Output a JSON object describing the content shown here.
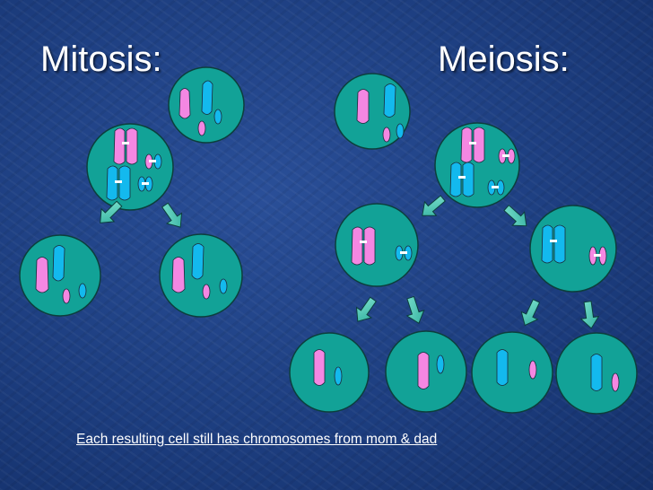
{
  "titles": {
    "mitosis": "Mitosis:",
    "meiosis": "Meiosis:"
  },
  "caption": "Each resulting cell still has chromosomes from mom & dad",
  "colors": {
    "background": "#1f4186",
    "cell_fill": "#12a297",
    "cell_border": "#0c3f3c",
    "maternal_chromosome": "#f487e2",
    "paternal_chromosome": "#13b9ee",
    "arrow": "#4ccdb5"
  }
}
